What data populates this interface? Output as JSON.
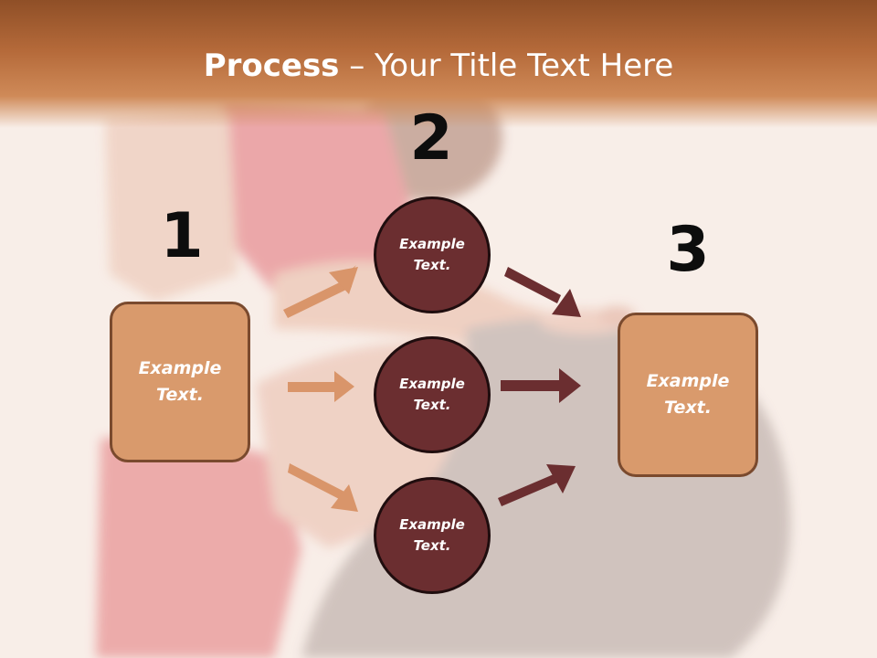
{
  "title": {
    "bold": "Process",
    "rest": " – Your Title Text Here"
  },
  "steps": [
    {
      "number": "1",
      "text": "Example\nText."
    },
    {
      "number": "2"
    },
    {
      "number": "3",
      "text": "Example\nText."
    }
  ],
  "circles": [
    {
      "text": "Example\nText."
    },
    {
      "text": "Example\nText."
    },
    {
      "text": "Example\nText."
    }
  ],
  "colors": {
    "header": "#b56a3a",
    "box_fill": "#d99a6c",
    "box_border": "#7a4a2e",
    "circle_fill": "#6b2e30",
    "arrow_light": "#d9956a",
    "arrow_dark": "#6b2e30"
  }
}
